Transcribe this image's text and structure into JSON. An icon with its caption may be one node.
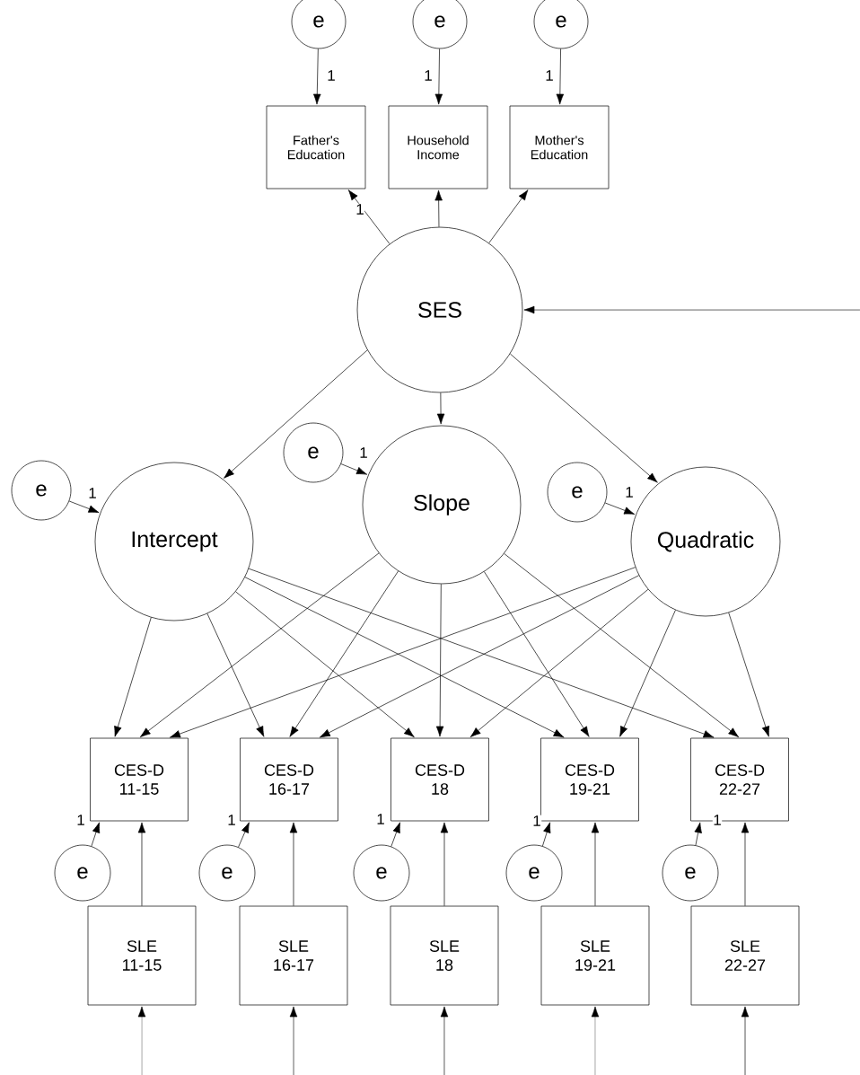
{
  "diagram": {
    "nodes": [
      {
        "text": [
          "e"
        ]
      },
      {
        "text": [
          "e"
        ]
      },
      {
        "text": [
          "e"
        ]
      },
      {
        "text": [
          "Father's Education"
        ]
      },
      {
        "text": [
          "Household Income"
        ]
      },
      {
        "text": [
          "Mother's Education"
        ]
      },
      {
        "text": [
          "SES"
        ]
      },
      {
        "text": [
          "e"
        ]
      },
      {
        "text": [
          "e"
        ]
      },
      {
        "text": [
          "e"
        ]
      },
      {
        "text": [
          "Intercept"
        ]
      },
      {
        "text": [
          "Slope"
        ]
      },
      {
        "text": [
          "Quadratic"
        ]
      },
      {
        "text": [
          "CES-D 11-15"
        ]
      },
      {
        "text": [
          "CES-D 16-17"
        ]
      },
      {
        "text": [
          "CES-D 18"
        ]
      },
      {
        "text": [
          "CES-D 19-21"
        ]
      },
      {
        "text": [
          "CES-D 22-27"
        ]
      },
      {
        "text": [
          "e"
        ]
      },
      {
        "text": [
          "e"
        ]
      },
      {
        "text": [
          "e"
        ]
      },
      {
        "text": [
          "e"
        ]
      },
      {
        "text": [
          "e"
        ]
      },
      {
        "text": [
          "SLE 11-15"
        ]
      },
      {
        "text": [
          "SLE 16-17"
        ]
      },
      {
        "text": [
          "SLE 18"
        ]
      },
      {
        "text": [
          "SLE 19-21"
        ]
      },
      {
        "text": [
          "SLE 22-27"
        ]
      }
    ],
    "edges": [
      {
        "from": 0,
        "to": 3,
        "arrow": "to",
        "label": "1"
      },
      {
        "from": 1,
        "to": 4,
        "arrow": "to",
        "label": "1"
      },
      {
        "from": 2,
        "to": 5,
        "arrow": "to",
        "label": "1"
      },
      {
        "from": 6,
        "to": 3,
        "arrow": "to",
        "label": "1"
      },
      {
        "from": 6,
        "to": 4,
        "arrow": "to"
      },
      {
        "from": 6,
        "to": 5,
        "arrow": "to"
      },
      {
        "from": null,
        "to": 6,
        "arrow": "to"
      },
      {
        "from": 6,
        "to": 10,
        "arrow": "to"
      },
      {
        "from": 6,
        "to": 11,
        "arrow": "to"
      },
      {
        "from": 6,
        "to": 12,
        "arrow": "to"
      },
      {
        "from": 8,
        "to": 10,
        "arrow": "to",
        "label": "1"
      },
      {
        "from": 7,
        "to": 11,
        "arrow": "to",
        "label": "1"
      },
      {
        "from": 9,
        "to": 12,
        "arrow": "to",
        "label": "1"
      },
      {
        "from": 10,
        "to": 13,
        "arrow": "to"
      },
      {
        "from": 10,
        "to": 14,
        "arrow": "to"
      },
      {
        "from": 10,
        "to": 15,
        "arrow": "to"
      },
      {
        "from": 10,
        "to": 16,
        "arrow": "to"
      },
      {
        "from": 10,
        "to": 17,
        "arrow": "to"
      },
      {
        "from": 11,
        "to": 13,
        "arrow": "to"
      },
      {
        "from": 11,
        "to": 14,
        "arrow": "to"
      },
      {
        "from": 11,
        "to": 15,
        "arrow": "to"
      },
      {
        "from": 11,
        "to": 16,
        "arrow": "to"
      },
      {
        "from": 11,
        "to": 17,
        "arrow": "to"
      },
      {
        "from": 12,
        "to": 13,
        "arrow": "to"
      },
      {
        "from": 12,
        "to": 14,
        "arrow": "to"
      },
      {
        "from": 12,
        "to": 15,
        "arrow": "to"
      },
      {
        "from": 12,
        "to": 16,
        "arrow": "to"
      },
      {
        "from": 12,
        "to": 17,
        "arrow": "to"
      },
      {
        "from": 18,
        "to": 13,
        "arrow": "to",
        "label": "1"
      },
      {
        "from": 19,
        "to": 14,
        "arrow": "to",
        "label": "1"
      },
      {
        "from": 20,
        "to": 15,
        "arrow": "to",
        "label": "1"
      },
      {
        "from": 21,
        "to": 16,
        "arrow": "to",
        "label": "1"
      },
      {
        "from": 22,
        "to": 17,
        "arrow": "to",
        "label": "1"
      },
      {
        "from": 23,
        "to": 13,
        "arrow": "to"
      },
      {
        "from": 24,
        "to": 14,
        "arrow": "to"
      },
      {
        "from": 25,
        "to": 15,
        "arrow": "to"
      },
      {
        "from": 26,
        "to": 16,
        "arrow": "to"
      },
      {
        "from": 27,
        "to": 17,
        "arrow": "to"
      },
      {
        "from": null,
        "to": 23,
        "arrow": "to"
      },
      {
        "from": null,
        "to": 24,
        "arrow": "to"
      },
      {
        "from": null,
        "to": 25,
        "arrow": "to"
      },
      {
        "from": null,
        "to": 26,
        "arrow": "to"
      },
      {
        "from": null,
        "to": 27,
        "arrow": "to"
      }
    ]
  }
}
